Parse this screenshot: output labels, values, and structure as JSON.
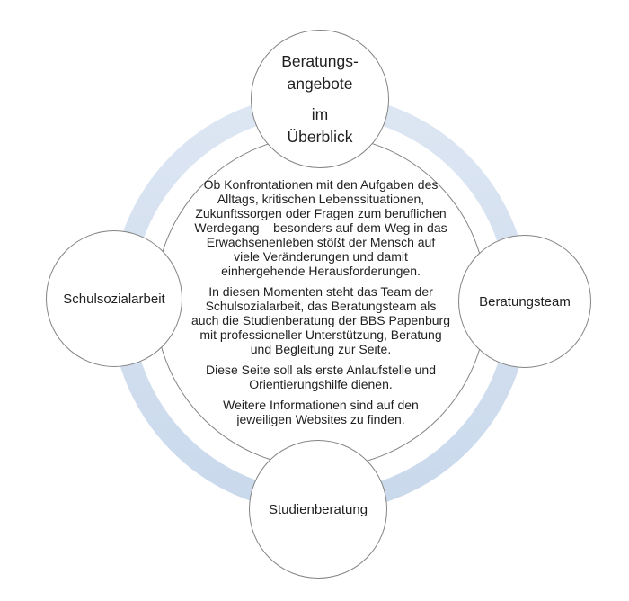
{
  "colors": {
    "background": "#ffffff",
    "ring_gradient_top": "#dde6f3",
    "ring_gradient_bottom": "#c9d9ec",
    "circle_fill": "#ffffff",
    "circle_border": "#848484",
    "text": "#1f1f1f"
  },
  "hub": {
    "title_lines": [
      "Beratungs-",
      "angebote"
    ],
    "subtitle_lines": [
      "im",
      "Überblick"
    ]
  },
  "nodes": {
    "left": {
      "label": "Schulsozialarbeit"
    },
    "right": {
      "label": "Beratungsteam"
    },
    "bottom": {
      "label": "Studienberatung"
    }
  },
  "center": {
    "paragraphs": [
      [
        "Ob Konfrontationen mit den Aufgaben des",
        "Alltags, kritischen Lebenssituationen,",
        "Zukunftssorgen oder Fragen zum beruflichen",
        "Werdegang – besonders auf dem Weg in das",
        "Erwachsenenleben stößt der Mensch auf",
        "viele Veränderungen und damit",
        "einhergehende Herausforderungen."
      ],
      [
        "In diesen Momenten steht das Team der",
        "Schulsozialarbeit, das Beratungsteam als",
        "auch die Studienberatung der BBS Papenburg",
        "mit professioneller Unterstützung, Beratung",
        "und Begleitung zur Seite."
      ],
      [
        "Diese Seite soll als erste Anlaufstelle und",
        "Orientierungshilfe dienen."
      ],
      [
        "Weitere Informationen sind auf den",
        "jeweiligen Websites zu finden."
      ]
    ]
  }
}
